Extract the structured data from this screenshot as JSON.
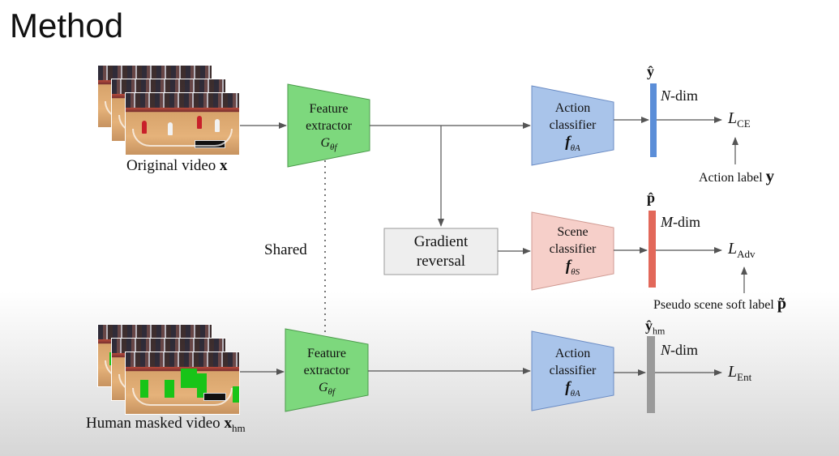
{
  "slide": {
    "title": "Method"
  },
  "inputs": {
    "original": {
      "label": "Original video",
      "symbol": "x"
    },
    "masked": {
      "label": "Human masked video",
      "symbol": "x",
      "subscript": "hm"
    }
  },
  "shared_label": "Shared",
  "feature_extractor": {
    "line1": "Feature",
    "line2": "extractor",
    "symbol": "G",
    "subscript": "θf",
    "color": "#7dd87d"
  },
  "action_classifier": {
    "line1": "Action",
    "line2": "classifier",
    "symbol": "f",
    "subscript": "θA",
    "color": "#a9c4ea"
  },
  "gradient_reversal": {
    "line1": "Gradient",
    "line2": "reversal",
    "color": "#eeeeee"
  },
  "scene_classifier": {
    "line1": "Scene",
    "line2": "classifier",
    "symbol": "f",
    "subscript": "θS",
    "color": "#f6cfc9"
  },
  "outputs": {
    "y": {
      "symbol": "ŷ",
      "dim_var": "N",
      "dim_text": "-dim",
      "bar_color": "#5b8ed8"
    },
    "p": {
      "symbol": "p̂",
      "dim_var": "M",
      "dim_text": "-dim",
      "bar_color": "#e2685a"
    },
    "yhm": {
      "symbol": "ŷ",
      "subscript": "hm",
      "dim_var": "N",
      "dim_text": "-dim",
      "bar_color": "#9a9a9a"
    }
  },
  "losses": {
    "ce": {
      "symbol": "L",
      "subscript": "CE"
    },
    "adv": {
      "symbol": "L",
      "subscript": "Adv"
    },
    "ent": {
      "symbol": "L",
      "subscript": "Ent"
    }
  },
  "labels": {
    "action": {
      "text": "Action label",
      "symbol": "y"
    },
    "pseudo": {
      "text": "Pseudo scene soft label",
      "symbol": "p̃"
    }
  }
}
